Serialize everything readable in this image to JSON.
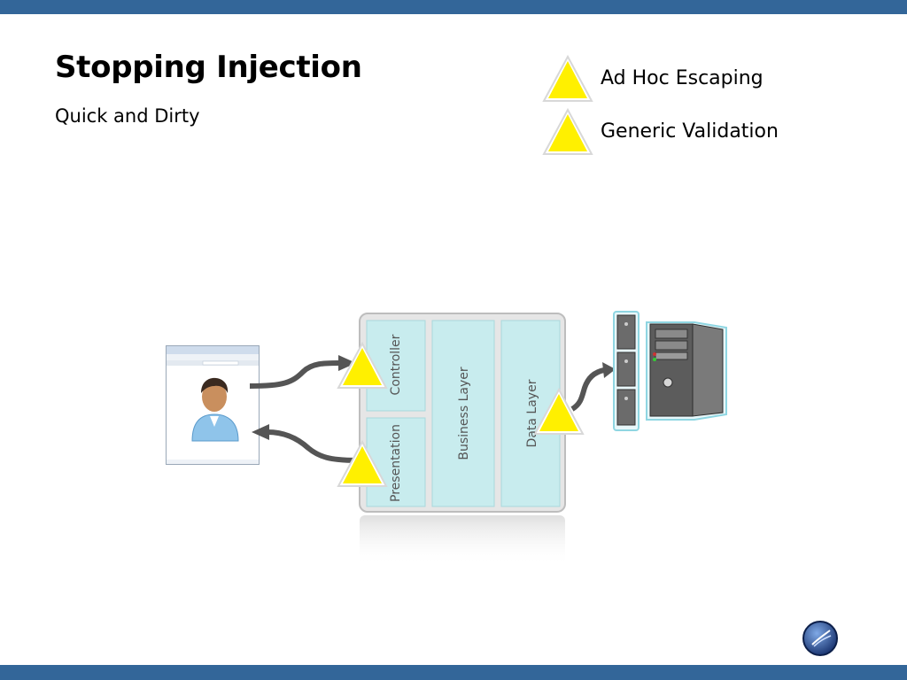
{
  "slide": {
    "title": "Stopping Injection",
    "subtitle": "Quick and Dirty"
  },
  "legend": [
    {
      "label": "Ad Hoc Escaping",
      "icon": "warning-triangle-icon"
    },
    {
      "label": "Generic Validation",
      "icon": "warning-triangle-icon"
    }
  ],
  "architecture": {
    "layers": {
      "controller": "Controller",
      "presentation": "Presentation",
      "business": "Business Layer",
      "data": "Data Layer"
    }
  },
  "colors": {
    "bar": "#336699",
    "warning": "#FFF000",
    "layer_fill": "#C8ECEE"
  }
}
